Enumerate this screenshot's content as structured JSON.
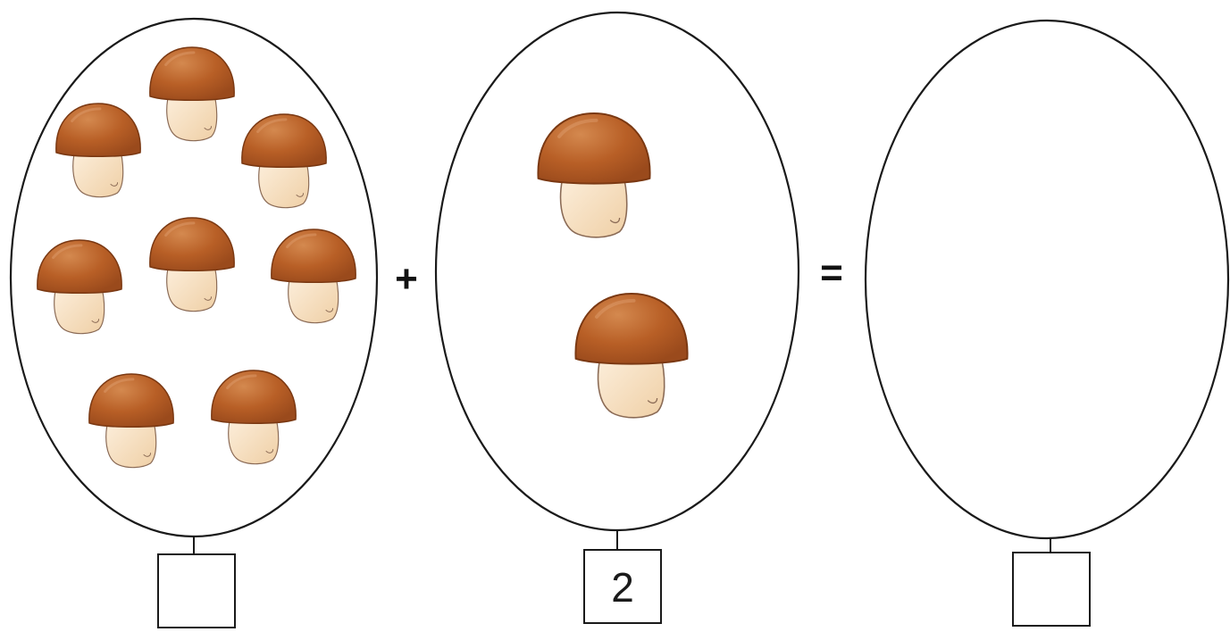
{
  "groups": [
    {
      "name": "group-1",
      "mushroom_count": 8,
      "answer": ""
    },
    {
      "name": "group-2",
      "mushroom_count": 2,
      "answer": "2"
    },
    {
      "name": "group-3",
      "mushroom_count": 0,
      "answer": ""
    }
  ],
  "operators": {
    "plus": "+",
    "equals": "="
  },
  "colors": {
    "outline": "#1a1a1a",
    "cap_dark": "#9a4a1c",
    "cap_mid": "#b85f26",
    "cap_light": "#d4894f",
    "stem_light": "#fdf0de",
    "stem_shadow": "#efcfa5"
  }
}
